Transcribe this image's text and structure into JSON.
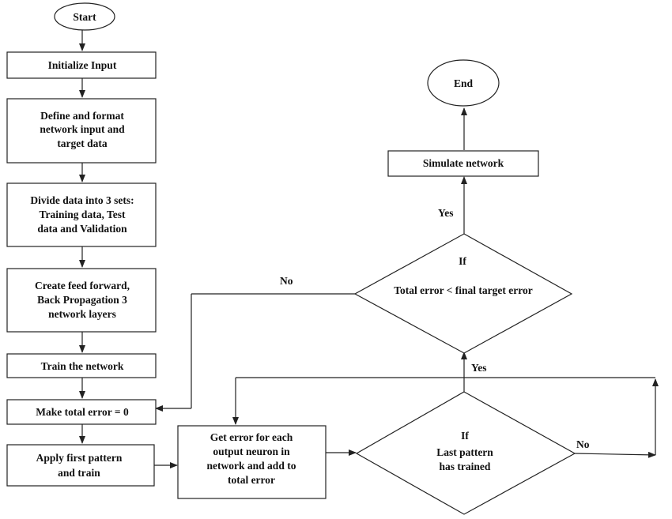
{
  "nodes": {
    "start": "Start",
    "initialize": "Initialize Input",
    "define": [
      "Define and format",
      "network input and",
      "target data"
    ],
    "divide": [
      "Divide data into 3 sets:",
      "Training data, Test",
      "data and Validation"
    ],
    "create": [
      "Create feed forward,",
      "Back Propagation 3",
      "network layers"
    ],
    "train": "Train the network",
    "make_error": "Make total error = 0",
    "apply": [
      "Apply first pattern",
      "and train"
    ],
    "get_error": [
      "Get error for each",
      "output neuron in",
      "network and add to",
      "total error"
    ],
    "decision_last": [
      "If",
      "Last pattern",
      "has trained"
    ],
    "decision_total": [
      "If",
      "Total error < final target error"
    ],
    "simulate": "Simulate network",
    "end": "End"
  },
  "edge_labels": {
    "last_no": "No",
    "last_yes": "Yes",
    "total_no": "No",
    "total_yes": "Yes"
  }
}
